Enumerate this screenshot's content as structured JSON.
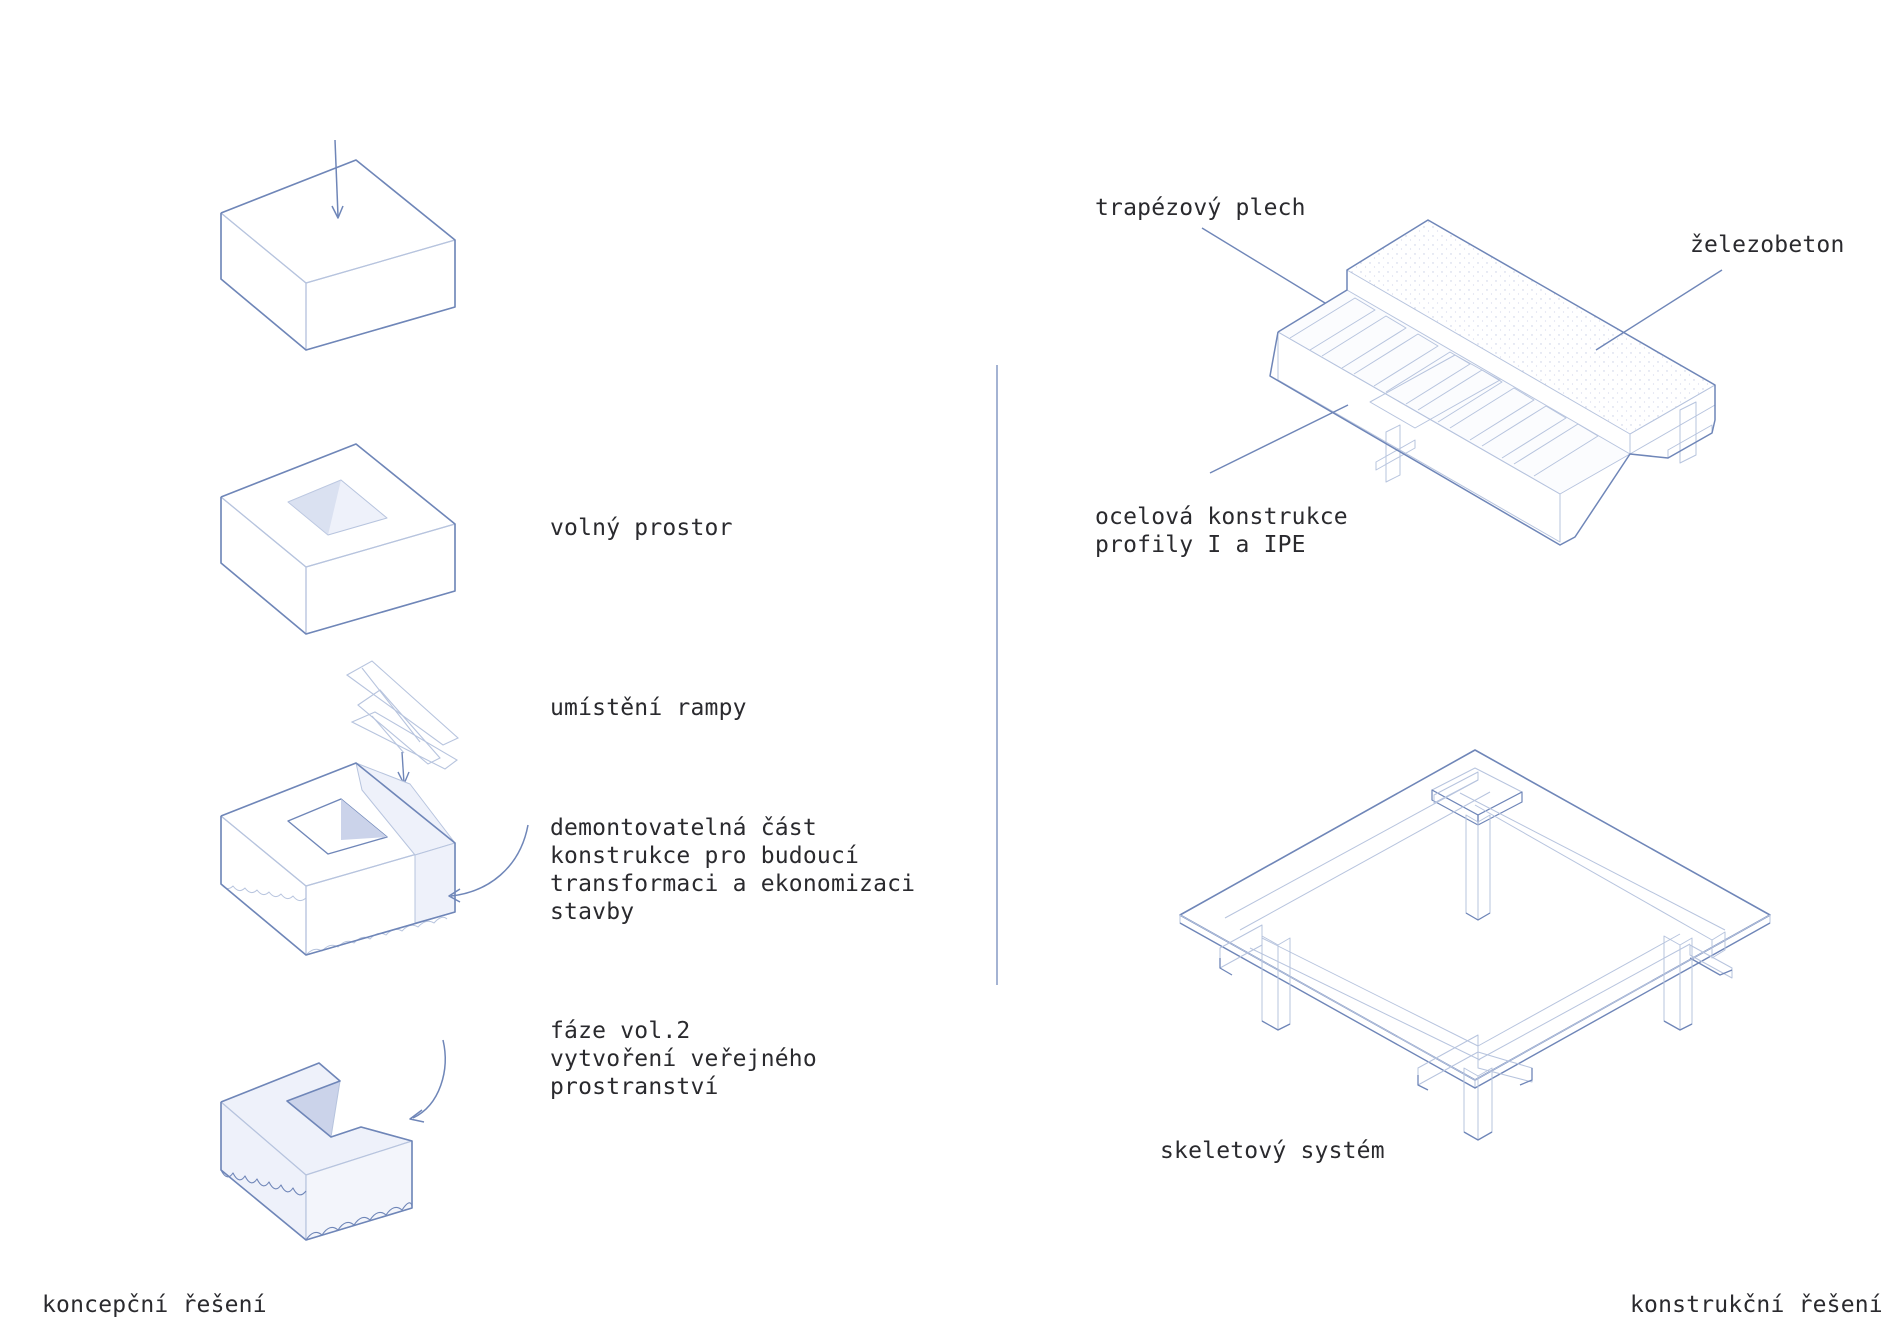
{
  "labels": {
    "volny_prostor": "volný prostor",
    "umisteni_rampy": "umístění rampy",
    "demontovatelna": [
      "demontovatelná část",
      "konstrukce pro budoucí",
      "transformaci a ekonomizaci",
      "stavby"
    ],
    "faze": [
      "fáze vol.2",
      "vytvoření veřejného",
      "prostranství"
    ],
    "trapezovy_plech": "trapézový plech",
    "zelezobeton": "železobeton",
    "ocelova": [
      "ocelová konstrukce",
      "profily I a IPE"
    ],
    "skeletovy": "skeletový systém",
    "koncepcni": "koncepční řešení",
    "konstrukcni": "konstrukční řešení"
  },
  "colors": {
    "stroke": "#6f86b8",
    "light_stroke": "#b7c4de",
    "fill_light": "#eef1fa",
    "fill_shadow": "#cbd3ea",
    "text": "#2a2a2e"
  }
}
